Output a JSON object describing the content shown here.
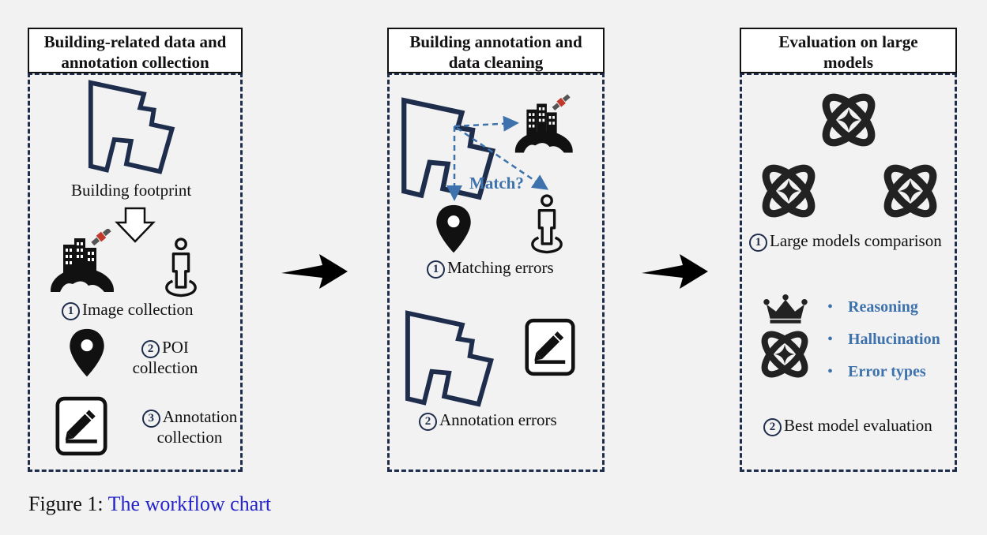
{
  "panels": [
    {
      "title_line1": "Building-related data and",
      "title_line2": "annotation collection"
    },
    {
      "title_line1": "Building annotation and",
      "title_line2": "data cleaning"
    },
    {
      "title_line1": "Evaluation on large",
      "title_line2": "models"
    }
  ],
  "panel1": {
    "footprint_label": "Building footprint",
    "items": [
      {
        "num": "1",
        "label": "Image collection"
      },
      {
        "num": "2",
        "label_line1": "POI",
        "label_line2": "collection"
      },
      {
        "num": "3",
        "label_line1": "Annotation",
        "label_line2": "collection"
      }
    ]
  },
  "panel2": {
    "match_label": "Match?",
    "items": [
      {
        "num": "1",
        "label": "Matching errors"
      },
      {
        "num": "2",
        "label": "Annotation errors"
      }
    ]
  },
  "panel3": {
    "items": [
      {
        "num": "1",
        "label": "Large models comparison"
      },
      {
        "num": "2",
        "label": "Best model evaluation"
      }
    ],
    "bullets": [
      "Reasoning",
      "Hallucination",
      "Error types"
    ],
    "bullet_char": "•"
  },
  "caption": {
    "prefix": "Figure 1:",
    "text": "The workflow chart"
  },
  "colors": {
    "navy": "#1f2d4d",
    "accent_blue": "#3d72ac",
    "caption_link": "#2424c8",
    "background": "#f2f2f2"
  },
  "icons": [
    "building-footprint-icon",
    "satellite-city-icon",
    "person-pin-icon",
    "location-pin-icon",
    "edit-document-icon",
    "ai-model-icon",
    "crown-icon",
    "arrow-right-icon"
  ]
}
